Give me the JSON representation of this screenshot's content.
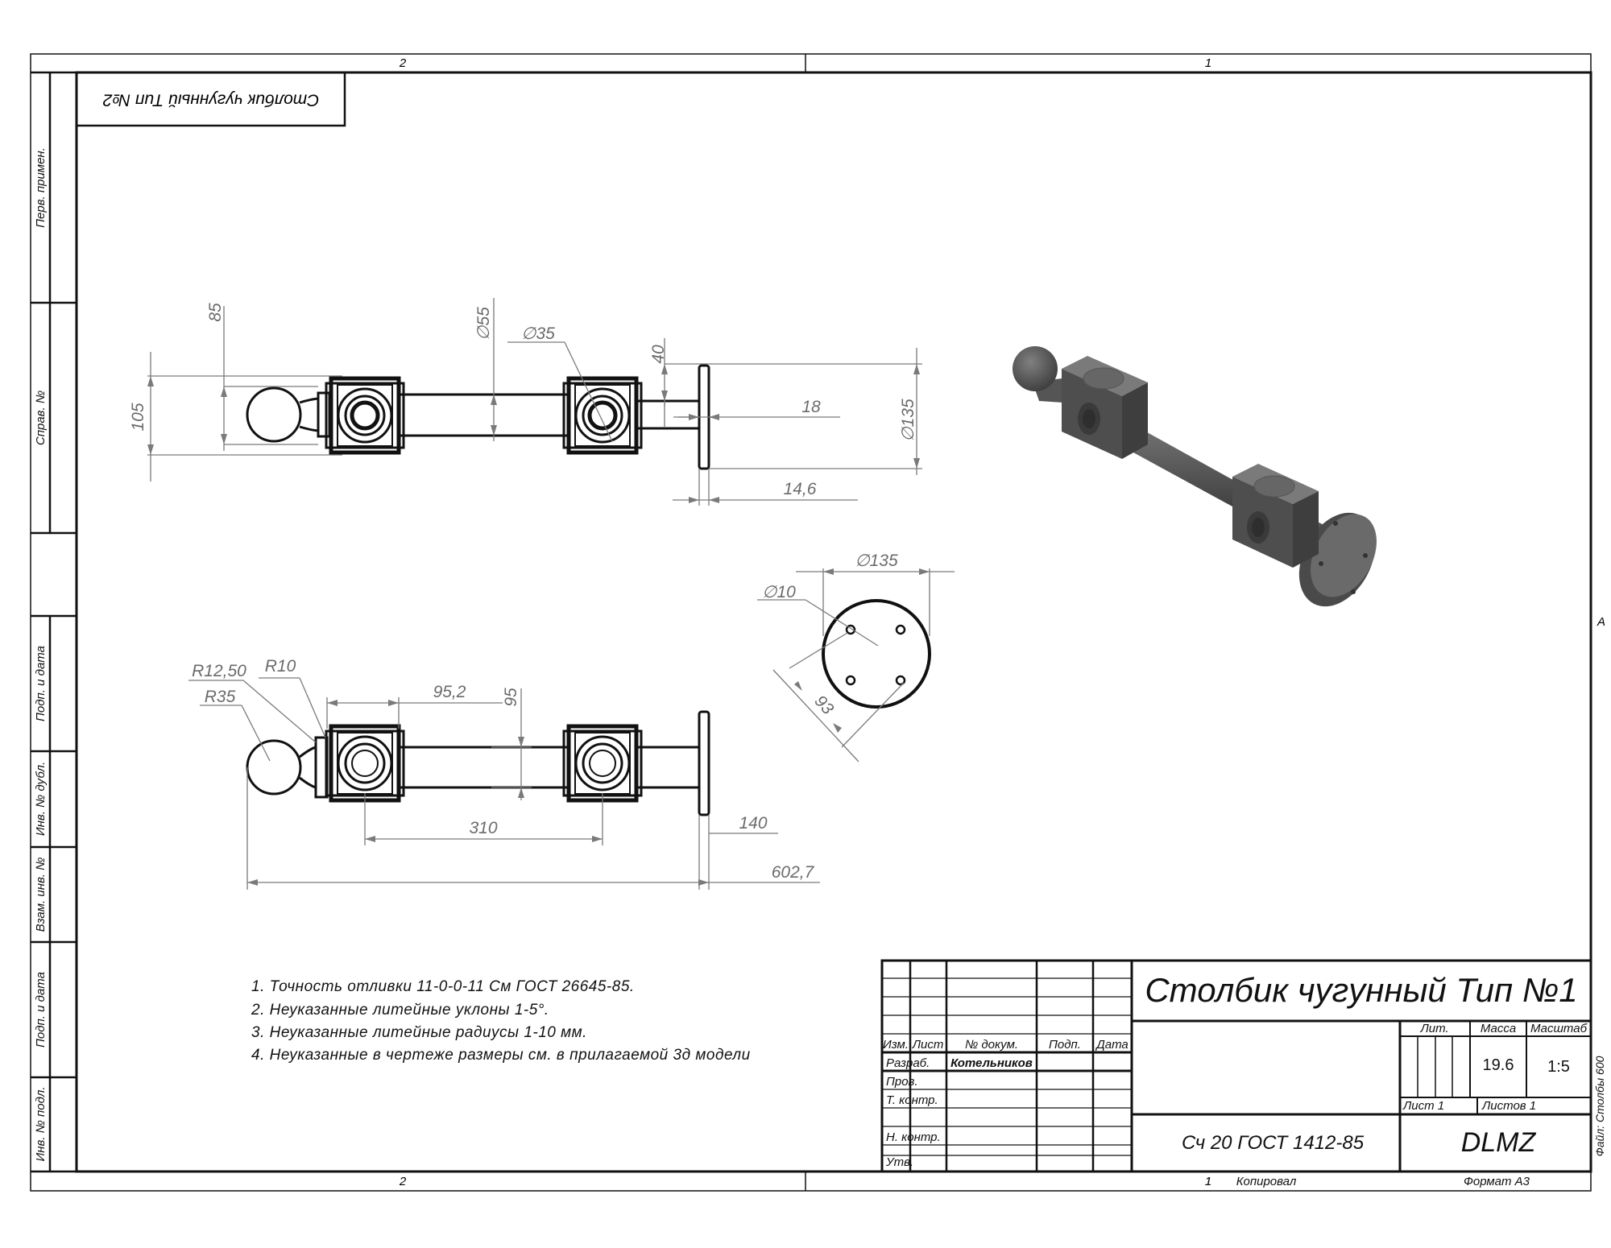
{
  "frame": {
    "zone_top_left": "2",
    "zone_top_right": "1",
    "zone_bottom_left": "2",
    "zone_bottom_right": "1",
    "zone_right_mid": "A"
  },
  "stamp_top": {
    "title": "Столбик чугунный Тип №2"
  },
  "side_strip": {
    "perv_primen": "Перв. примен.",
    "sprav_no": "Справ. №",
    "podp_data_1": "Подп. и дата",
    "inv_dubl": "Инв. № дубл.",
    "vzam_inv": "Взам. инв. №",
    "podp_data_2": "Подп. и дата",
    "inv_podl": "Инв. № подл."
  },
  "dimensions_top_view": {
    "d85": "85",
    "d105": "105",
    "d_dia55": "∅55",
    "d_dia35": "∅35",
    "d40": "40",
    "d18": "18",
    "d_dia135": "∅135",
    "d14_6": "14,6"
  },
  "dimensions_side_view": {
    "r12_50": "R12,50",
    "r10": "R10",
    "r35": "R35",
    "d95_2": "95,2",
    "d95": "95",
    "d310": "310",
    "d140": "140",
    "d602_7": "602,7"
  },
  "dimensions_flange": {
    "d_dia135": "∅135",
    "d_dia10": "∅10",
    "d93": "93"
  },
  "notes": [
    "1. Точность отливки 11-0-0-11 См ГОСТ 26645-85.",
    "2. Неуказанные литейные уклоны 1-5°.",
    "3. Неуказанные литейные радиусы 1-10 мм.",
    "4. Неуказанные в чертеже размеры см. в прилагаемой 3д модели"
  ],
  "title_block": {
    "title": "Столбик чугунный Тип №1",
    "col_izm": "Изм.",
    "col_list": "Лист",
    "col_doc": "№ докум.",
    "col_podp": "Подп.",
    "col_data": "Дата",
    "row_razrab": "Разраб.",
    "razrab_name": "Котельников",
    "row_prov": "Пров.",
    "row_tkontr": "Т. контр.",
    "row_nkontr": "Н. контр.",
    "row_utv": "Утв.",
    "lit_label": "Лит.",
    "massa_label": "Масса",
    "masshtab_label": "Масштаб",
    "massa_value": "19.6",
    "masshtab_value": "1:5",
    "list_label": "Лист 1",
    "listov_label": "Листов 1",
    "material": "Сч 20 ГОСТ 1412-85",
    "company": "DLMZ",
    "file_label": "Файл: Столбы 600"
  },
  "footer": {
    "copy_num": "1",
    "copied": "Копировал",
    "format": "Формат А3"
  },
  "colors": {
    "line": "#111111",
    "dimension": "#7a7a7a",
    "model_dark": "#454545",
    "model_mid": "#5c5c5c",
    "model_light": "#767676"
  }
}
